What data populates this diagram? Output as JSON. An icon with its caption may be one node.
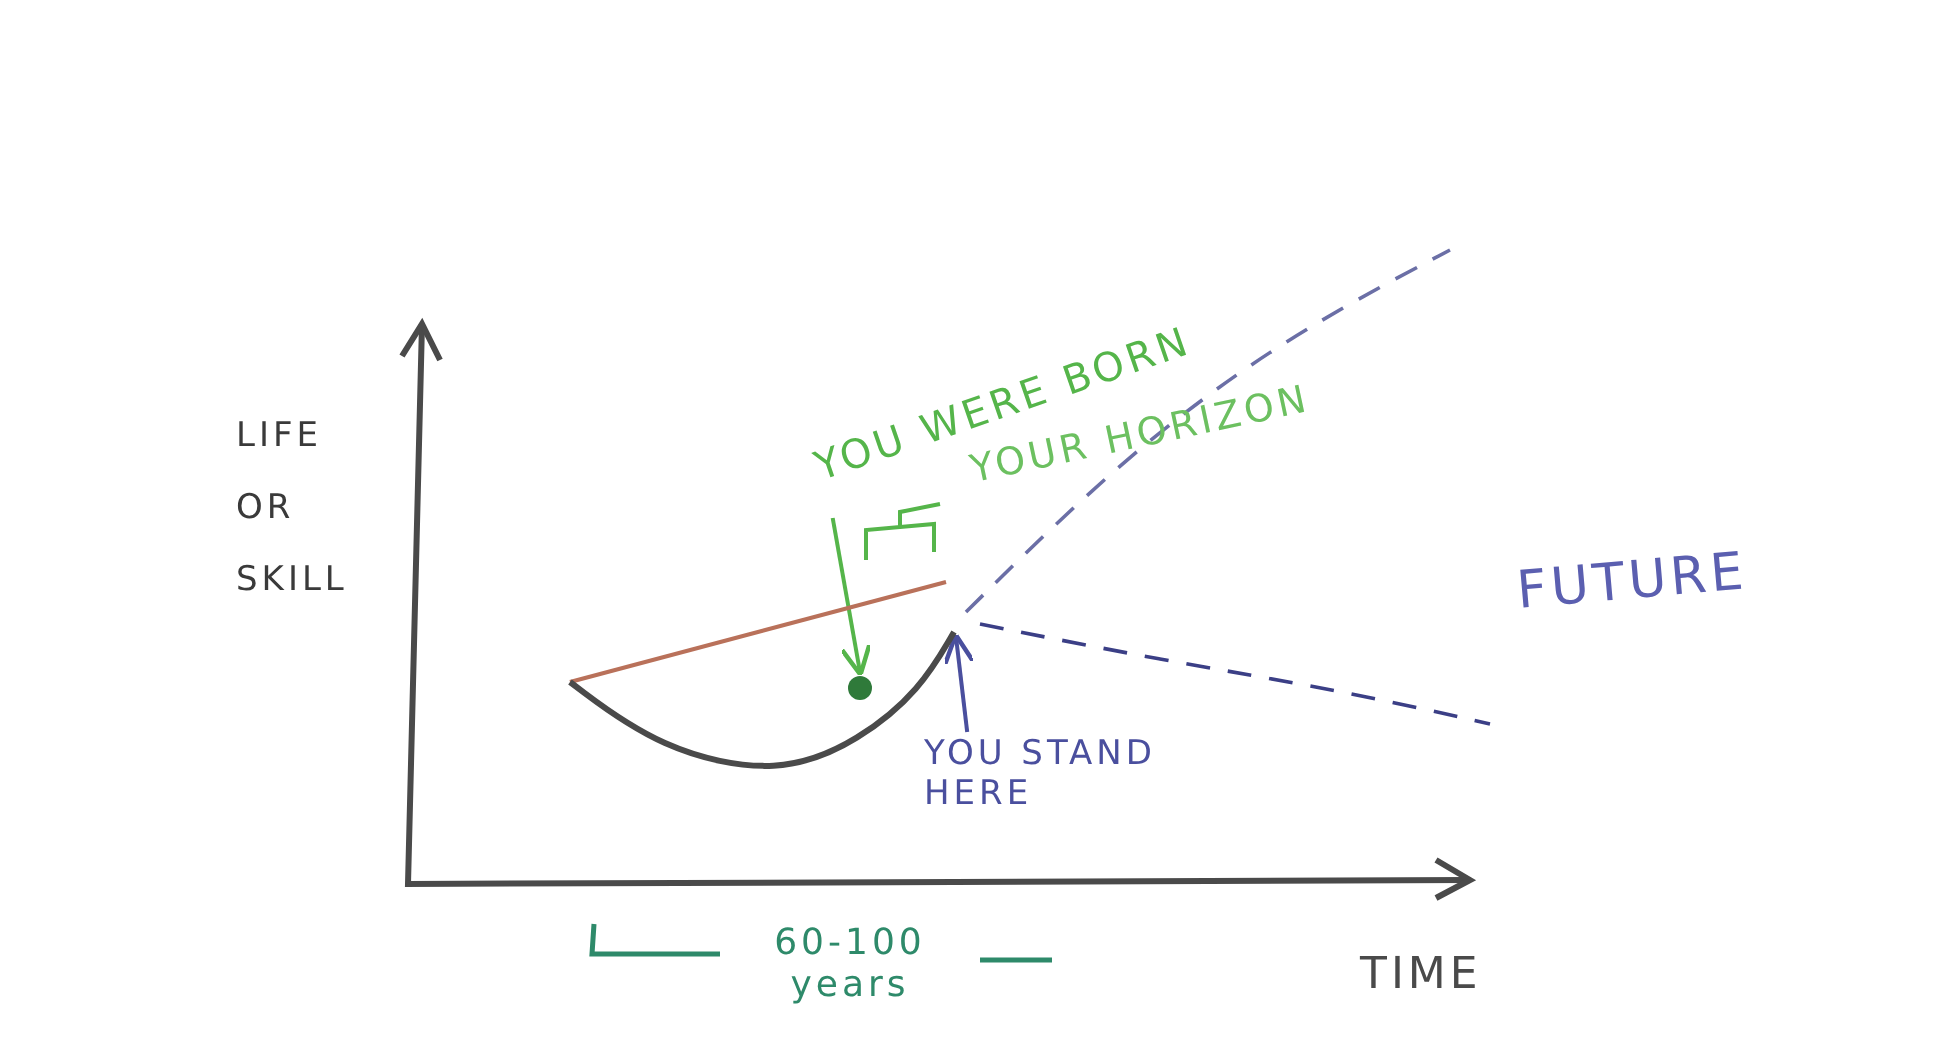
{
  "diagram": {
    "nodes": [
      {
        "text": [
          "YOU WERE BORN"
        ]
      },
      {
        "text": [],
        "shape": "circle",
        "in": 3
      },
      {
        "text": [
          "YOU STAND HERE"
        ]
      },
      {
        "text": [],
        "shape": "curve"
      }
    ],
    "edges": [
      {
        "from": 0,
        "to": 1,
        "arrow": "to",
        "color": "#55b54a"
      },
      {
        "from": 2,
        "to": 3,
        "arrow": "to",
        "color": "#4a4f9e"
      }
    ],
    "labels": [
      "LIFE OR SKILL",
      "YOUR HORIZON",
      "FUTURE",
      "60-100 years",
      "TIME"
    ]
  }
}
